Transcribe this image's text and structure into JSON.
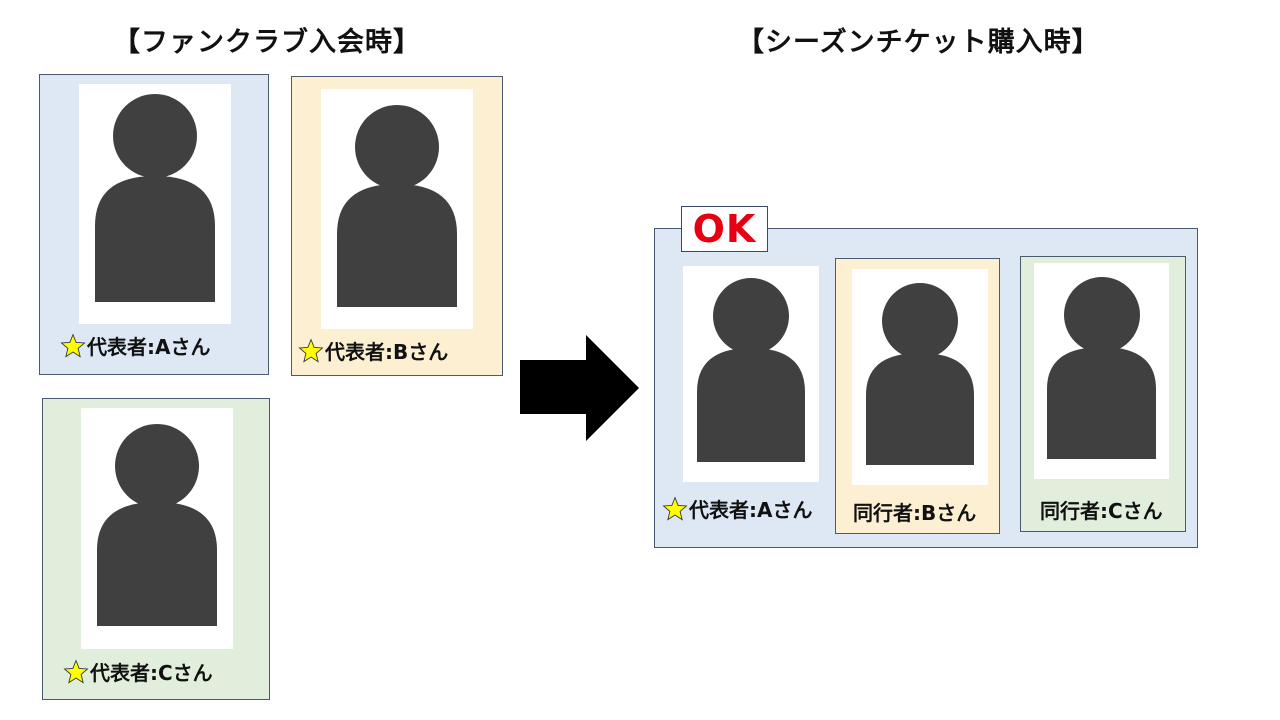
{
  "left_section": {
    "title": "【ファンクラブ入会時】",
    "cards": [
      {
        "label": "代表者:Aさん",
        "role": "representative",
        "star": true,
        "color": "#dde8f4"
      },
      {
        "label": "代表者:Bさん",
        "role": "representative",
        "star": true,
        "color": "#fdf0d2"
      },
      {
        "label": "代表者:Cさん",
        "role": "representative",
        "star": true,
        "color": "#e1eedb"
      }
    ]
  },
  "arrow": {
    "direction": "right",
    "color": "#000000"
  },
  "right_section": {
    "title": "【シーズンチケット購入時】",
    "status_badge": {
      "text": "OK",
      "color": "#e60012"
    },
    "group": {
      "color": "#dde8f4",
      "members": [
        {
          "label": "代表者:Aさん",
          "role": "representative",
          "star": true
        },
        {
          "label": "同行者:Bさん",
          "role": "companion",
          "star": false,
          "color": "#fdf0d2"
        },
        {
          "label": "同行者:Cさん",
          "role": "companion",
          "star": false,
          "color": "#e1eedb"
        }
      ]
    }
  },
  "icons": {
    "person": "person-silhouette-icon",
    "star": "star-icon",
    "arrow": "arrow-right-icon"
  }
}
